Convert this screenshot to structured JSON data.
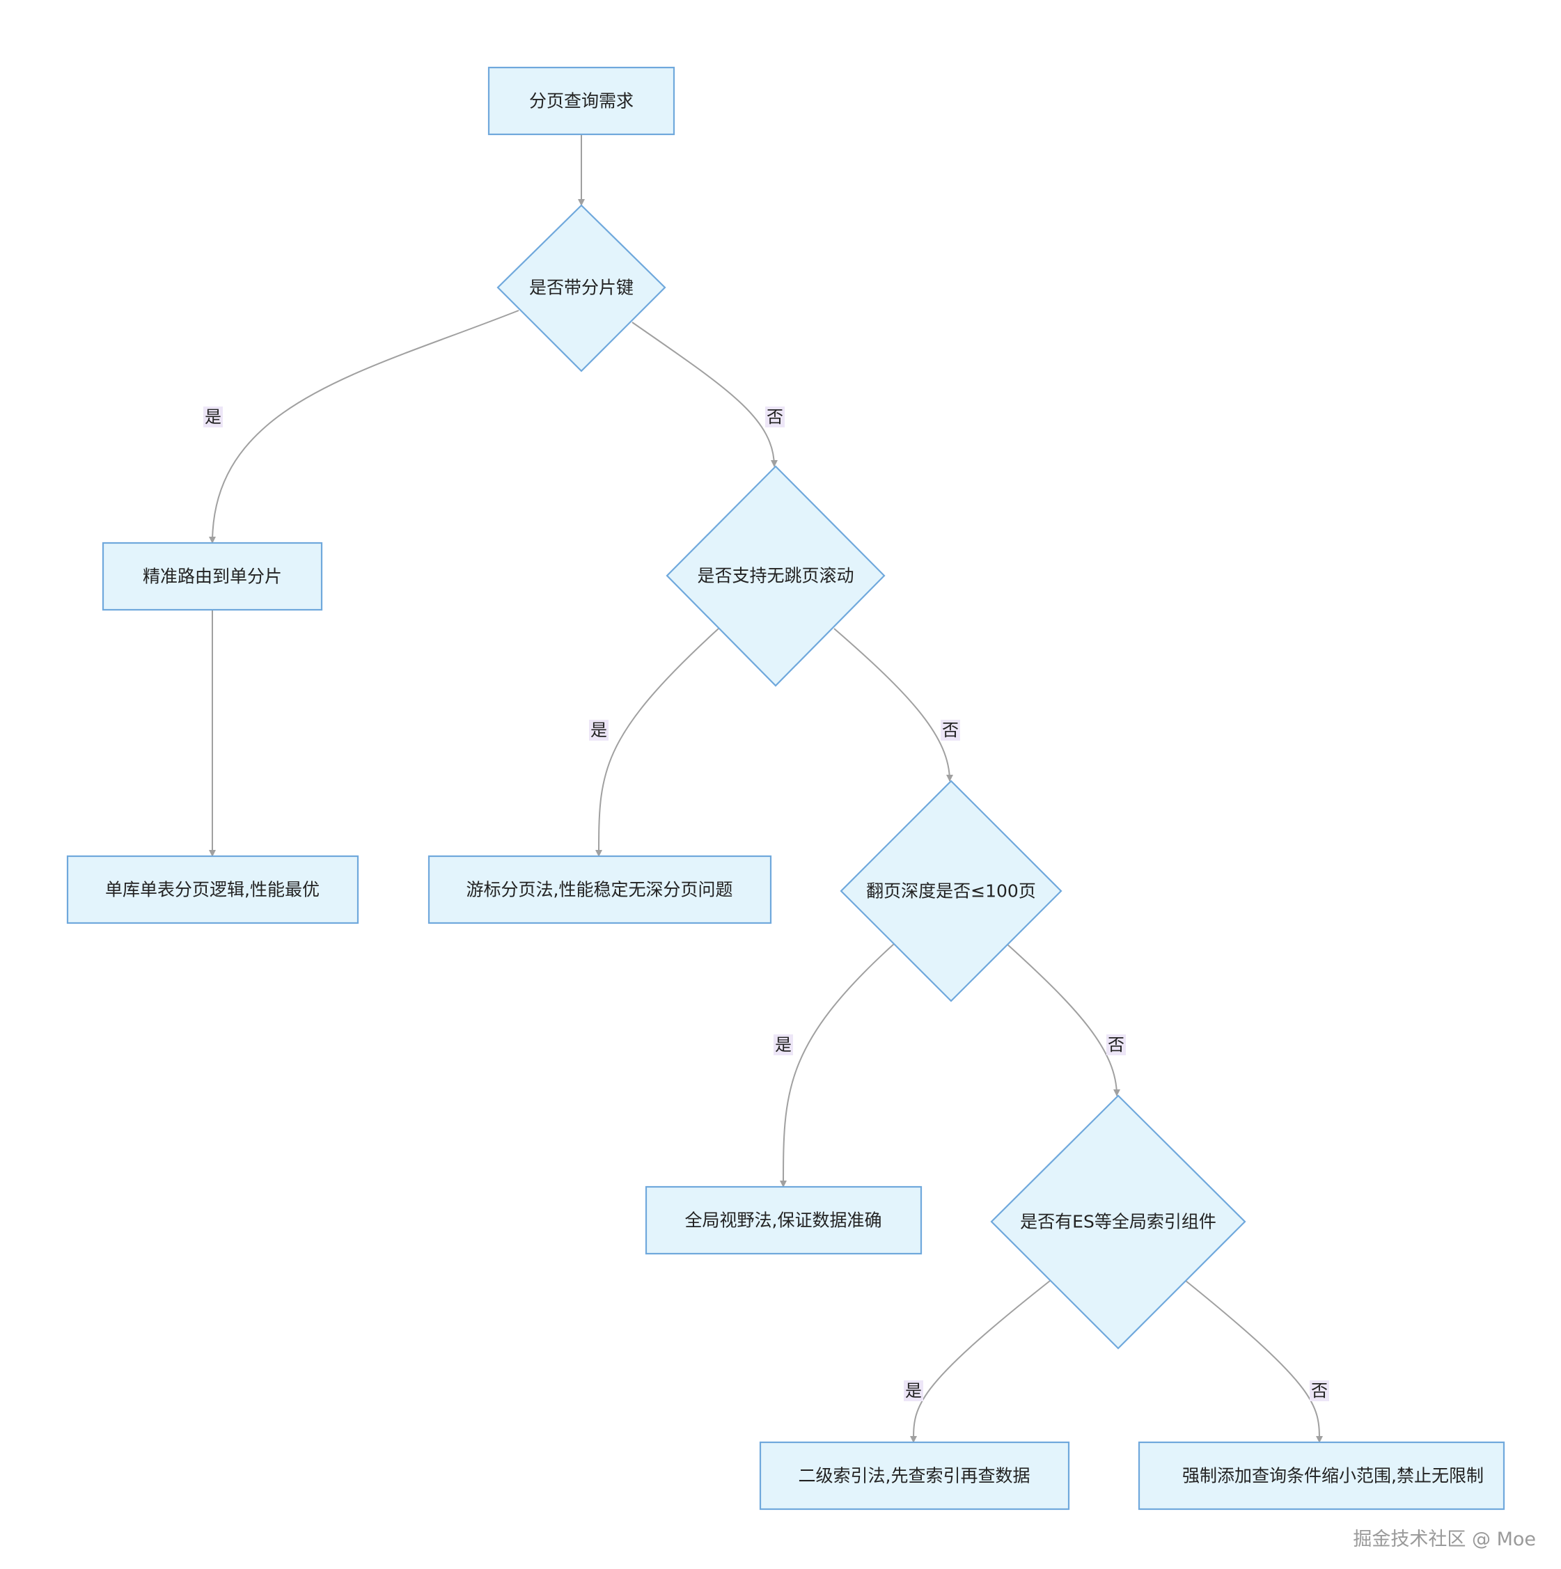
{
  "nodes": {
    "start": "分页查询需求",
    "q_shard_key": "是否带分片键",
    "route_single": "精准路由到单分片",
    "single_db": "单库单表分页逻辑,性能最优",
    "q_no_jump": "是否支持无跳页滚动",
    "cursor": "游标分页法,性能稳定无深分页问题",
    "q_depth": "翻页深度是否≤100页",
    "global_view": "全局视野法,保证数据准确",
    "q_es": "是否有ES等全局索引组件",
    "secondary_index": "二级索引法,先查索引再查数据",
    "force_limit": "强制添加查询条件缩小范围,禁止无限制"
  },
  "edge_labels": {
    "yes": "是",
    "no": "否"
  },
  "watermark": "掘金技术社区 @ Moe"
}
